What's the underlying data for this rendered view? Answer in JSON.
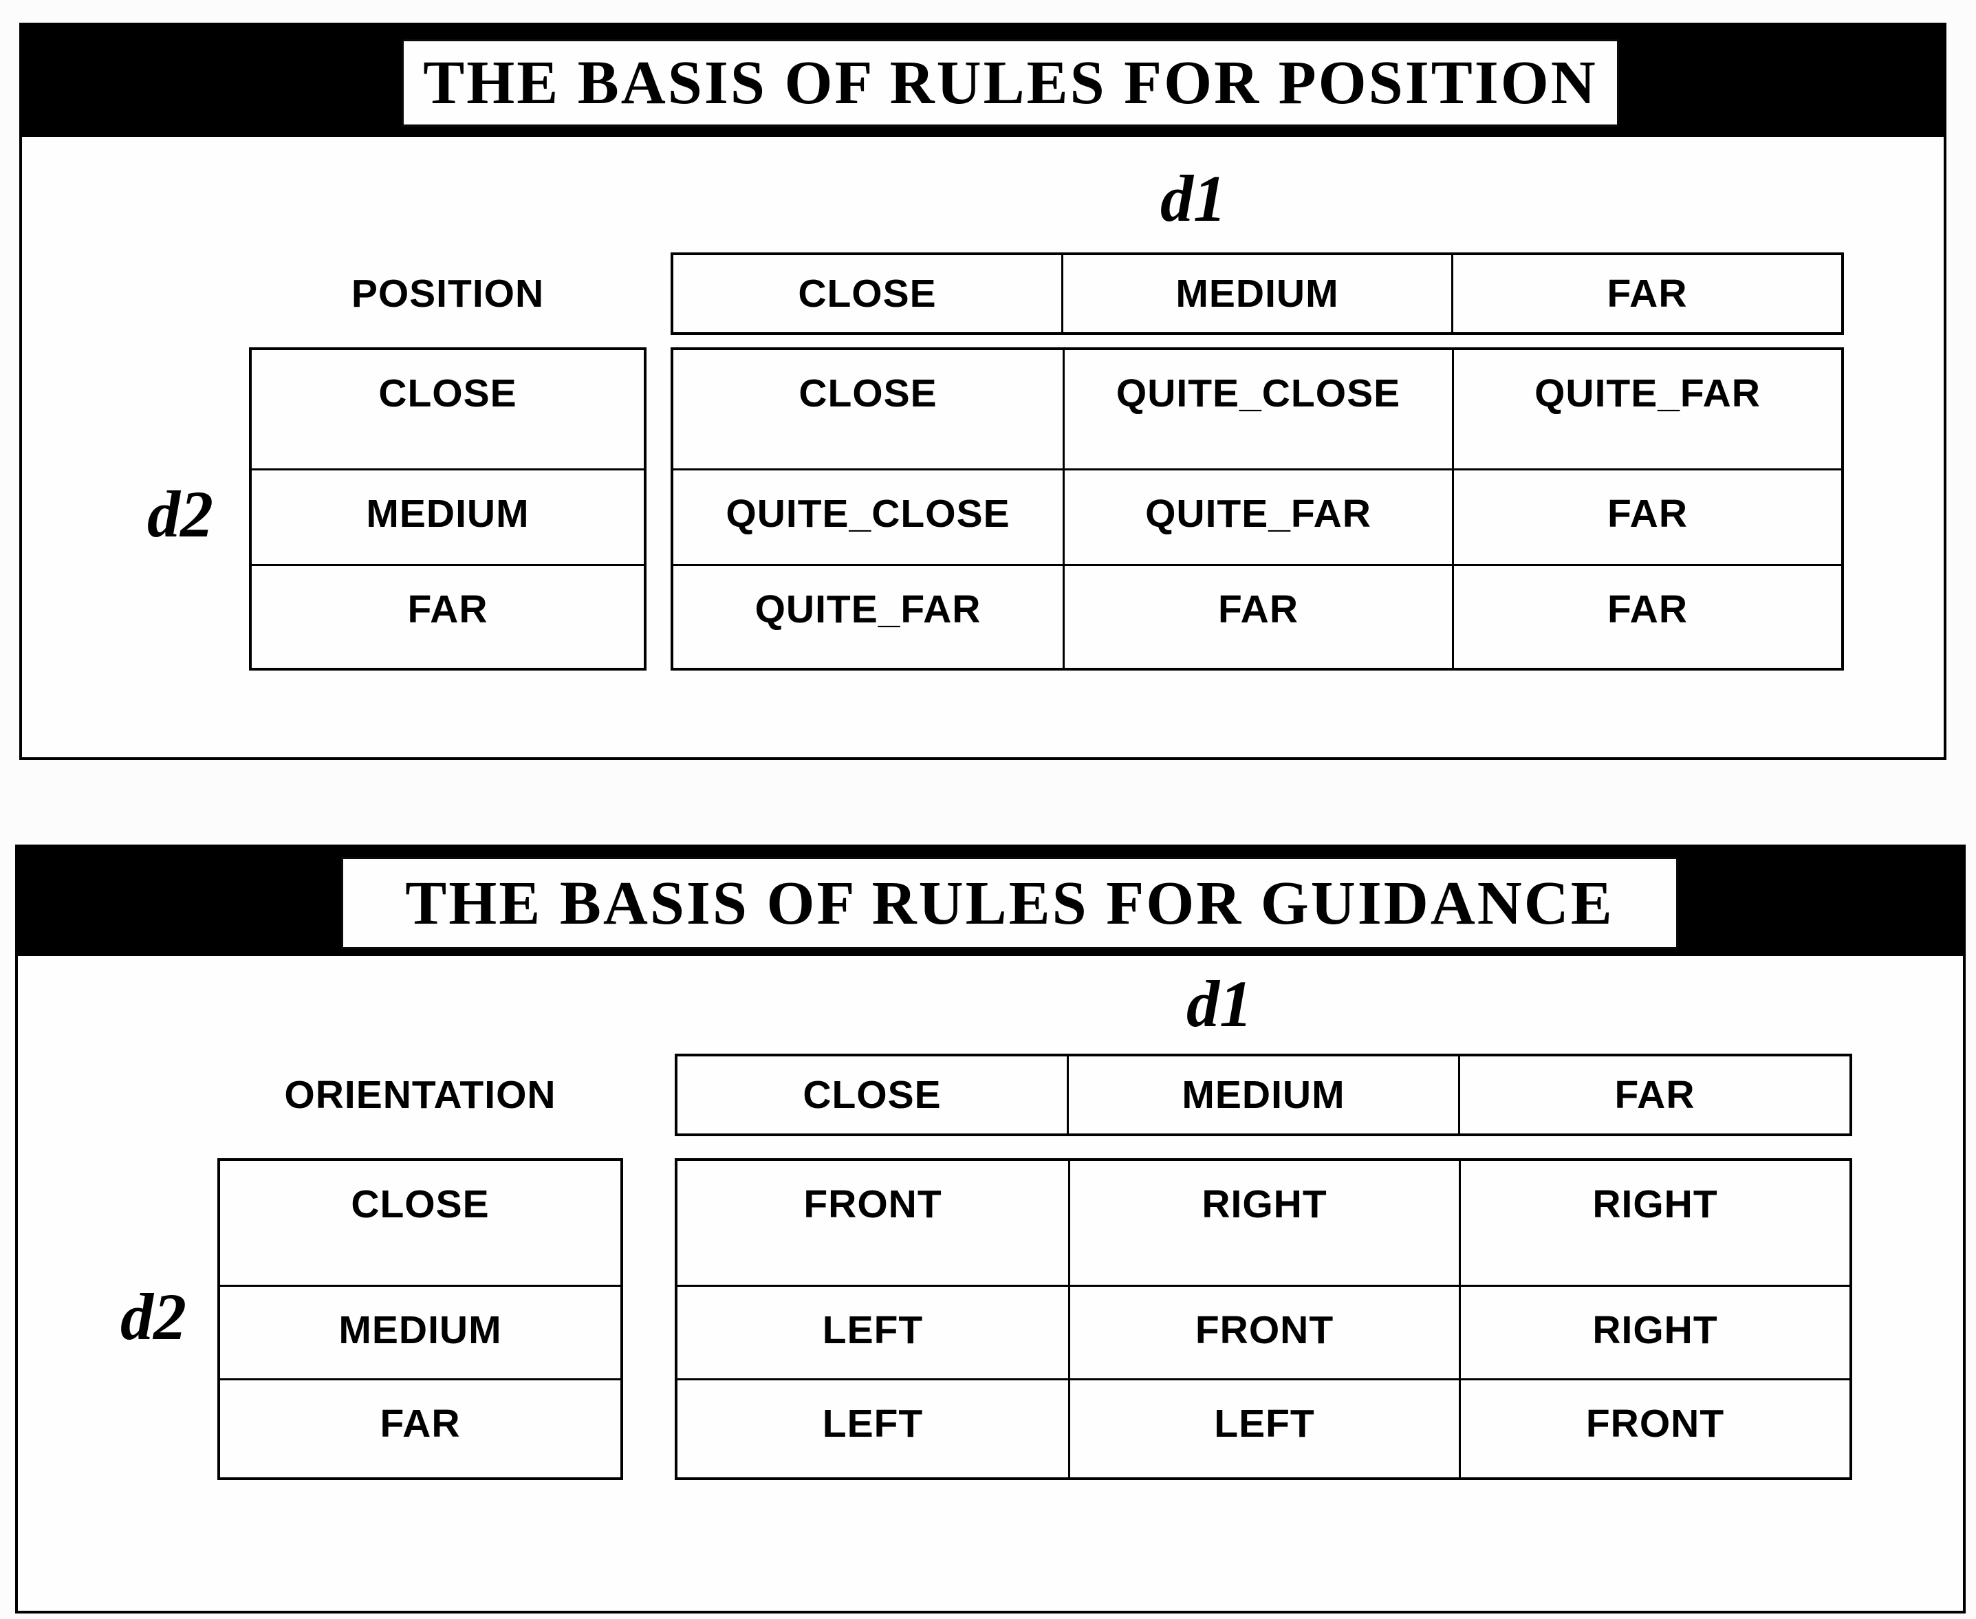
{
  "panels": [
    {
      "title": "THE BASIS OF RULES FOR POSITION",
      "output_label": "POSITION",
      "axis": {
        "col": "d1",
        "row": "d2"
      },
      "columns": [
        "CLOSE",
        "MEDIUM",
        "FAR"
      ],
      "rows": [
        "CLOSE",
        "MEDIUM",
        "FAR"
      ],
      "cells": [
        [
          "CLOSE",
          "QUITE_CLOSE",
          "QUITE_FAR"
        ],
        [
          "QUITE_CLOSE",
          "QUITE_FAR",
          "FAR"
        ],
        [
          "QUITE_FAR",
          "FAR",
          "FAR"
        ]
      ]
    },
    {
      "title": "THE BASIS OF RULES FOR GUIDANCE",
      "output_label": "ORIENTATION",
      "axis": {
        "col": "d1",
        "row": "d2"
      },
      "columns": [
        "CLOSE",
        "MEDIUM",
        "FAR"
      ],
      "rows": [
        "CLOSE",
        "MEDIUM",
        "FAR"
      ],
      "cells": [
        [
          "FRONT",
          "RIGHT",
          "RIGHT"
        ],
        [
          "LEFT",
          "FRONT",
          "RIGHT"
        ],
        [
          "LEFT",
          "LEFT",
          "FRONT"
        ]
      ]
    }
  ],
  "colors": {
    "bar": "#000000",
    "border": "#000000",
    "page_background": "#fcfcfc",
    "panel_background": "#fefefe",
    "text": "#000000"
  }
}
